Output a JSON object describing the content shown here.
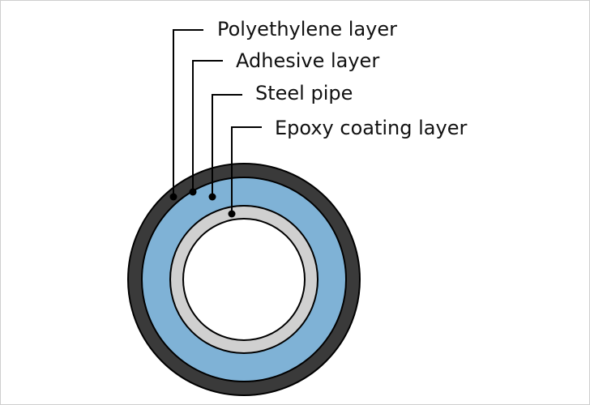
{
  "labels": {
    "polyethylene": "Polyethylene layer",
    "adhesive": "Adhesive layer",
    "steel": "Steel pipe",
    "epoxy": "Epoxy coating layer"
  },
  "colors": {
    "polyethylene": "#3a3a3a",
    "adhesive": "#7fb2d6",
    "steel": "#d0d0d0",
    "bore": "#ffffff",
    "outline": "#000000"
  }
}
